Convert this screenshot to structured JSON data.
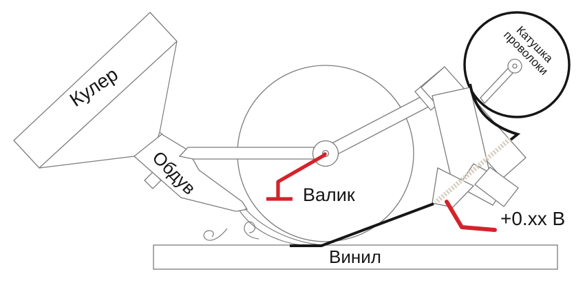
{
  "diagram": {
    "labels": {
      "cooler": "Кулер",
      "blower": "Обдув",
      "roller": "Валик",
      "spool_line1": "Катушка",
      "spool_line2": "проволоки",
      "vinyl": "Винил",
      "voltage": "+0.xx В"
    },
    "colors": {
      "background": "#ffffff",
      "outline_gray": "#7b7b7b",
      "ink_black": "#161616",
      "accent_red": "#d4232b",
      "coil_beige": "#d8cfc2"
    }
  }
}
